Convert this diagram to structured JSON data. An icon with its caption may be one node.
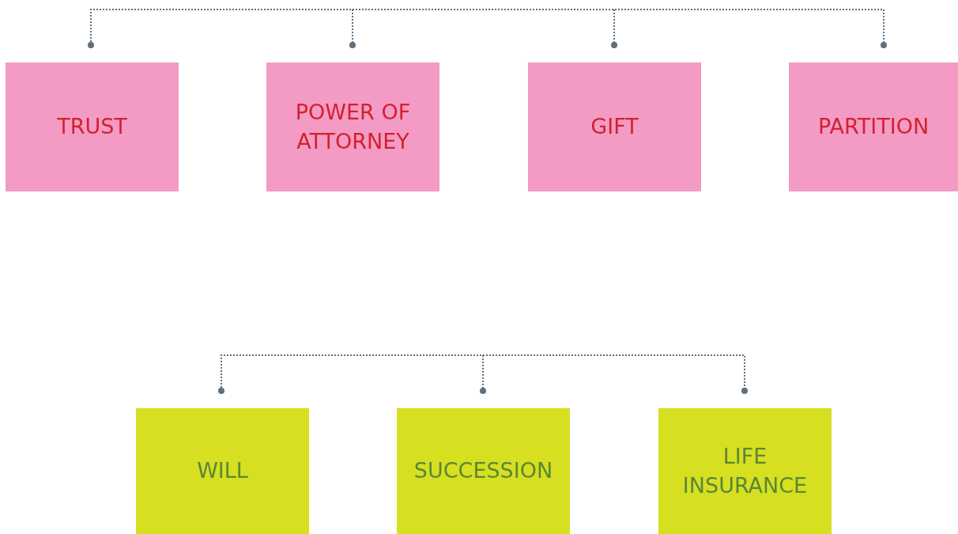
{
  "diagram": {
    "nodes": [
      {
        "text": [
          "TRUST"
        ]
      },
      {
        "text": [
          "POWER OF ATTORNEY"
        ]
      },
      {
        "text": [
          "GIFT"
        ]
      },
      {
        "text": [
          "PARTITION"
        ]
      },
      {
        "text": [
          "WILL"
        ]
      },
      {
        "text": [
          "SUCCESSION"
        ]
      },
      {
        "text": [
          "LIFE INSURANCE"
        ]
      }
    ]
  }
}
